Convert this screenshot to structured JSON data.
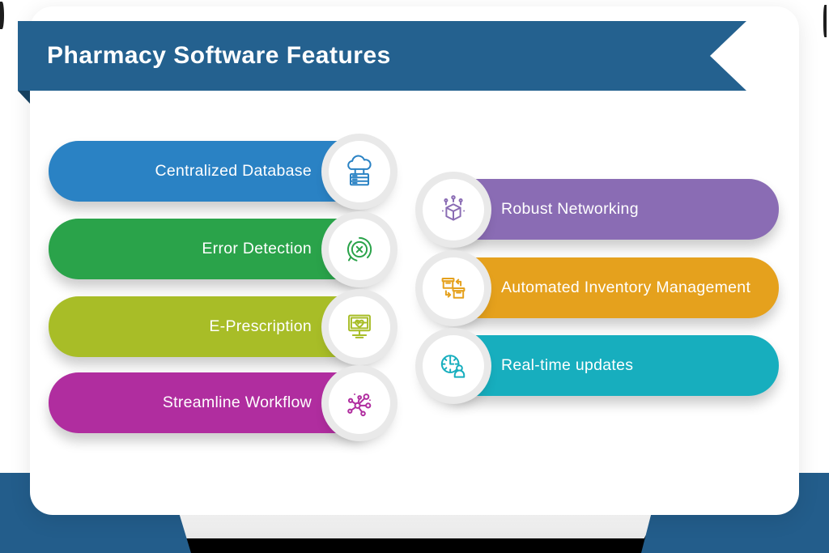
{
  "header": {
    "title": "Pharmacy Software Features"
  },
  "palette": {
    "ribbon": "#24618f",
    "ribbon_fold": "#16405f",
    "backdrop": "#235d8b",
    "card": "#ffffff",
    "stand_shadow": "#e7e7e7",
    "bottom_strip": "#000000",
    "pill_text": "#ffffff"
  },
  "features_left": [
    {
      "label": "Centralized Database",
      "color": "#2a82c4",
      "icon": "cloud-database-icon"
    },
    {
      "label": "Error Detection",
      "color": "#2aa34a",
      "icon": "error-detection-icon"
    },
    {
      "label": "E-Prescription",
      "color": "#a8bd27",
      "icon": "e-prescription-icon"
    },
    {
      "label": "Streamline Workflow",
      "color": "#b02d9f",
      "icon": "streamline-workflow-icon"
    }
  ],
  "features_right": [
    {
      "label": "Robust Networking",
      "color": "#8a6cb4",
      "icon": "network-cube-icon"
    },
    {
      "label": "Automated Inventory Management",
      "color": "#e5a11d",
      "icon": "inventory-boxes-icon"
    },
    {
      "label": "Real-time updates",
      "color": "#17aebe",
      "icon": "realtime-clock-icon"
    }
  ]
}
